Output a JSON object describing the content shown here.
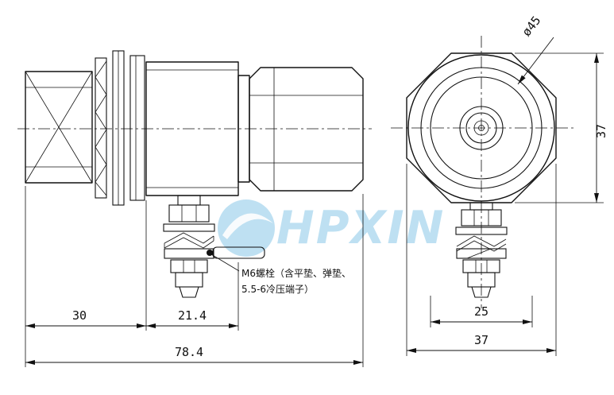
{
  "watermark": {
    "text": "HPXIN",
    "color": "#7fc3e6"
  },
  "note": {
    "line1": "M6螺栓（含平垫、弹垫、",
    "line2": "5.5-6冷压端子）"
  },
  "dimensions": {
    "diameter": "ø45",
    "side_height": "37",
    "left_width": "30",
    "mid_width": "21.4",
    "total_width": "78.4",
    "front_inner_width": "25",
    "front_width": "37"
  }
}
